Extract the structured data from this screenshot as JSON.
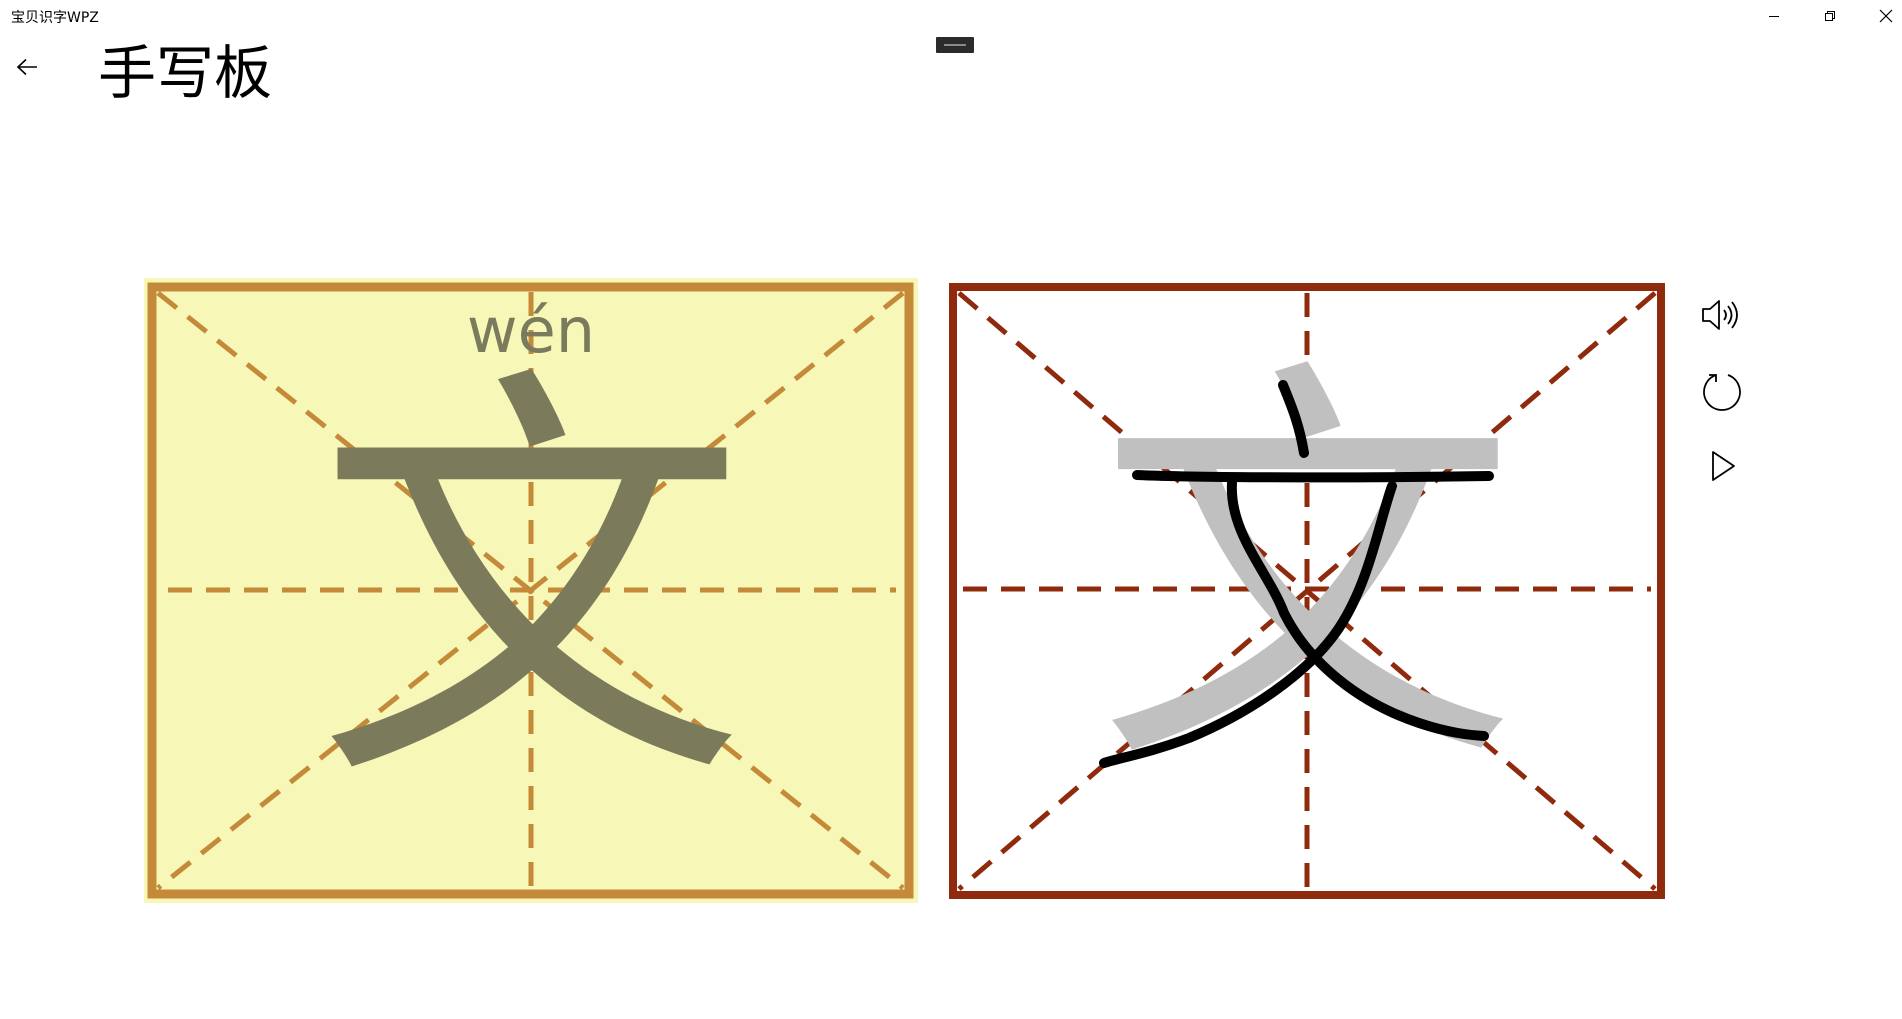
{
  "window": {
    "title": "宝贝识字WPZ",
    "minimize_icon": "minimize-icon",
    "restore_icon": "restore-icon",
    "close_icon": "close-icon"
  },
  "header": {
    "back_icon": "back-arrow-icon",
    "title": "手写板"
  },
  "model_board": {
    "pinyin": "wén",
    "character": "文",
    "background": "#f7f7b8",
    "border_color": "#c48a3a",
    "guide_color": "#c48a3a",
    "glyph_color": "#7b7b5c"
  },
  "writing_board": {
    "character": "文",
    "background": "#ffffff",
    "border_color": "#8f2a0c",
    "guide_color": "#8f2a0c",
    "ghost_color": "#c0c0c0",
    "ink_color": "#000000"
  },
  "tools": {
    "speaker_icon": "speaker-icon",
    "reset_icon": "refresh-icon",
    "play_icon": "play-icon"
  }
}
